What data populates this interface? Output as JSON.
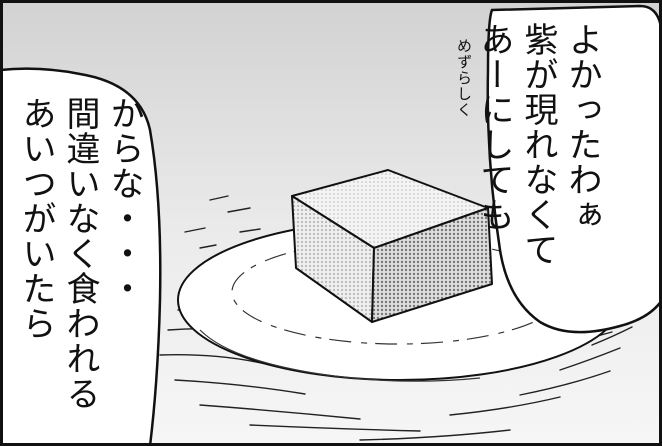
{
  "panel": {
    "sfx_note": "めずらしく",
    "bubble_right": "よかったわぁ\n紫が現れなくて\nあーにしても",
    "bubble_left": "からな・・・\n間違いなく食われる\nあいつがいたら"
  },
  "colors": {
    "ink": "#111111",
    "paper": "#ffffff",
    "tone": "#c8c8c8"
  }
}
